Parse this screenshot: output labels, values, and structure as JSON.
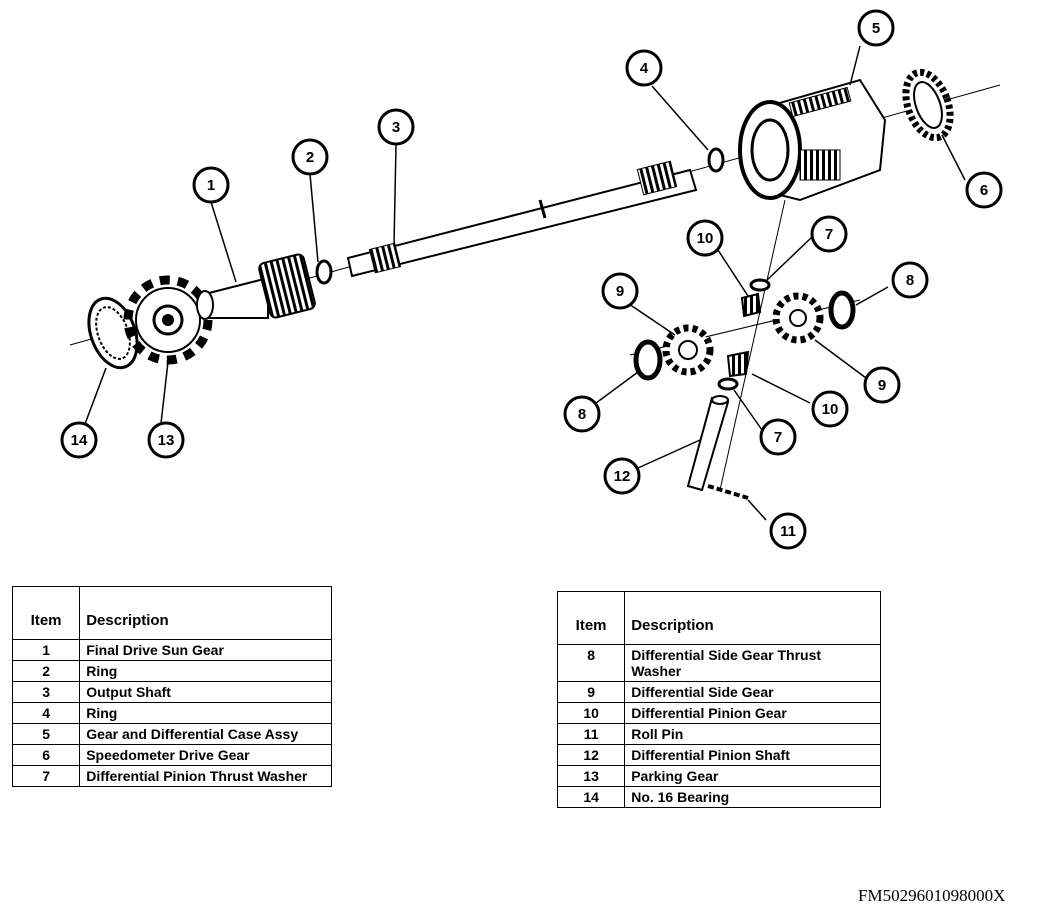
{
  "callouts": [
    "1",
    "2",
    "3",
    "4",
    "5",
    "6",
    "7",
    "7",
    "8",
    "8",
    "9",
    "9",
    "10",
    "10",
    "11",
    "12",
    "13",
    "14"
  ],
  "table_left": {
    "header_item": "Item",
    "header_description": "Description",
    "rows": [
      {
        "item": "1",
        "description": "Final Drive Sun Gear"
      },
      {
        "item": "2",
        "description": "Ring"
      },
      {
        "item": "3",
        "description": "Output Shaft"
      },
      {
        "item": "4",
        "description": "Ring"
      },
      {
        "item": "5",
        "description": "Gear and Differential Case Assy"
      },
      {
        "item": "6",
        "description": "Speedometer Drive Gear"
      },
      {
        "item": "7",
        "description": "Differential Pinion Thrust Washer"
      }
    ]
  },
  "table_right": {
    "header_item": "Item",
    "header_description": "Description",
    "rows": [
      {
        "item": "8",
        "description": "Differential Side Gear Thrust Washer"
      },
      {
        "item": "9",
        "description": "Differential Side Gear"
      },
      {
        "item": "10",
        "description": "Differential Pinion Gear"
      },
      {
        "item": "11",
        "description": "Roll Pin"
      },
      {
        "item": "12",
        "description": "Differential Pinion Shaft"
      },
      {
        "item": "13",
        "description": "Parking Gear"
      },
      {
        "item": "14",
        "description": "No. 16 Bearing"
      }
    ]
  },
  "figure_code": "FM5029601098000X"
}
